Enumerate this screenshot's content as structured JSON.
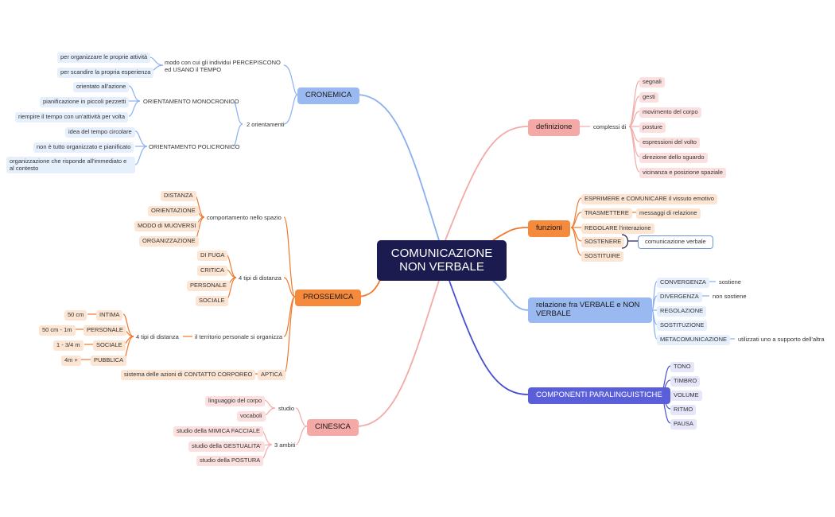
{
  "root": "COMUNICAZIONE NON VERBALE",
  "cronemica": {
    "title": "CRONEMICA",
    "modo": "modo con cui gli individui PERCEPISCONO ed USANO il TEMPO",
    "modo_items": [
      "per organizzare le proprie attività",
      "per scandire la propria esperienza"
    ],
    "orientamenti": "2 orientamenti",
    "mono": "ORIENTAMENTO MONOCRONICO",
    "mono_items": [
      "orientato all'azione",
      "pianificazione in piccoli pezzetti",
      "riempire il tempo con un'attività per volta"
    ],
    "poli": "ORIENTAMENTO POLICRONICO",
    "poli_items": [
      "idea del tempo circolare",
      "non è tutto organizzato e pianificato",
      "organizzazione che risponde all'immediato e al contesto"
    ]
  },
  "prossemica": {
    "title": "PROSSEMICA",
    "comportamento": "comportamento nello spazio",
    "comportamento_items": [
      "DISTANZA",
      "ORIENTAZIONE",
      "MODO di MUOVERSI",
      "ORGANIZZAZIONE"
    ],
    "tipi": "4 tipi di distanza",
    "tipi_items": [
      "DI FUGA",
      "CRITICA",
      "PERSONALE",
      "SOCIALE"
    ],
    "territorio": "il territorio personale si organizza",
    "territorio_tipi": "4 tipi di distanza",
    "distanze": [
      {
        "name": "INTIMA",
        "value": "50 cm"
      },
      {
        "name": "PERSONALE",
        "value": "50 cm - 1m"
      },
      {
        "name": "SOCIALE",
        "value": "1 - 3/4 m"
      },
      {
        "name": "PUBBLICA",
        "value": "4m +"
      }
    ],
    "aptica": "APTICA",
    "aptica_desc": "sistema delle azioni di CONTATTO CORPOREO"
  },
  "cinesica": {
    "title": "CINESICA",
    "studio": "studio",
    "studio_items": [
      "linguaggio del corpo",
      "vocaboli"
    ],
    "ambiti": "3 ambiti",
    "ambiti_items": [
      "studio della MIMICA FACCIALE",
      "studio della GESTUALITA'",
      "studio della POSTURA"
    ]
  },
  "definizione": {
    "title": "definizione",
    "complessi": "complessi di",
    "items": [
      "segnali",
      "gesti",
      "movimento del corpo",
      "posture",
      "espressioni del volto",
      "direzione dello sguardo",
      "vicinanza e posizione spaziale"
    ]
  },
  "funzioni": {
    "title": "funzioni",
    "items": [
      "ESPRIMERE e COMUNICARE il vissuto emotivo",
      "TRASMETTERE",
      "REGOLARE l'interazione",
      "SOSTENERE",
      "SOSTITUIRE"
    ],
    "trasmettere_detail": "messaggi di relazione",
    "sostenere_detail": "comunicazione verbale"
  },
  "relazione": {
    "title": "relazione fra VERBALE e NON VERBALE",
    "items": [
      "CONVERGENZA",
      "DIVERGENZA",
      "REGOLAZIONE",
      "SOSTITUZIONE",
      "METACOMUNICAZIONE"
    ],
    "convergenza_detail": "sostiene",
    "divergenza_detail": "non sostiene",
    "meta_detail": "utilizzati uno a supporto dell'altra"
  },
  "componenti": {
    "title": "COMPONENTI PARALINGUISTICHE",
    "items": [
      "TONO",
      "TIMBRO",
      "VOLUME",
      "RITMO",
      "PAUSA"
    ]
  },
  "colors": {
    "blue": "#7aa6ee",
    "orange": "#f0782d",
    "pink": "#f2a09d",
    "violet": "#4a4fd0",
    "root": "#1b1b4f"
  }
}
